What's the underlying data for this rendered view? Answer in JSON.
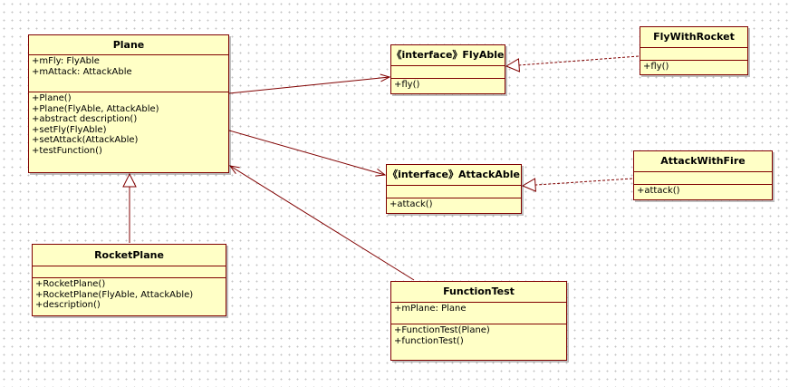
{
  "colors": {
    "class_fill": "#ffffc6",
    "border": "#800000",
    "line": "#800000",
    "grid_dot": "#c4c4c4"
  },
  "classes": {
    "plane": {
      "name": "Plane",
      "attributes": [
        "+mFly: FlyAble",
        "+mAttack: AttackAble"
      ],
      "operations": [
        "+Plane()",
        "+Plane(FlyAble, AttackAble)",
        "+abstract description()",
        "+setFly(FlyAble)",
        "+setAttack(AttackAble)",
        "+testFunction()"
      ]
    },
    "flyable": {
      "name": "《interface》FlyAble",
      "attributes": [],
      "operations": [
        "+fly()"
      ]
    },
    "fly_with_rocket": {
      "name": "FlyWithRocket",
      "attributes": [],
      "operations": [
        "+fly()"
      ]
    },
    "attackable": {
      "name": "《interface》AttackAble",
      "attributes": [],
      "operations": [
        "+attack()"
      ]
    },
    "attack_with_fire": {
      "name": "AttackWithFire",
      "attributes": [],
      "operations": [
        "+attack()"
      ]
    },
    "rocket_plane": {
      "name": "RocketPlane",
      "attributes": [],
      "operations": [
        "+RocketPlane()",
        "+RocketPlane(FlyAble, AttackAble)",
        "+description()"
      ]
    },
    "function_test": {
      "name": "FunctionTest",
      "attributes": [
        "+mPlane: Plane"
      ],
      "operations": [
        "+FunctionTest(Plane)",
        "+functionTest()"
      ]
    }
  },
  "relations": [
    {
      "from": "plane",
      "to": "flyable",
      "kind": "association"
    },
    {
      "from": "plane",
      "to": "attackable",
      "kind": "association"
    },
    {
      "from": "fly_with_rocket",
      "to": "flyable",
      "kind": "realization"
    },
    {
      "from": "attack_with_fire",
      "to": "attackable",
      "kind": "realization"
    },
    {
      "from": "rocket_plane",
      "to": "plane",
      "kind": "generalization"
    },
    {
      "from": "function_test",
      "to": "plane",
      "kind": "association"
    }
  ]
}
